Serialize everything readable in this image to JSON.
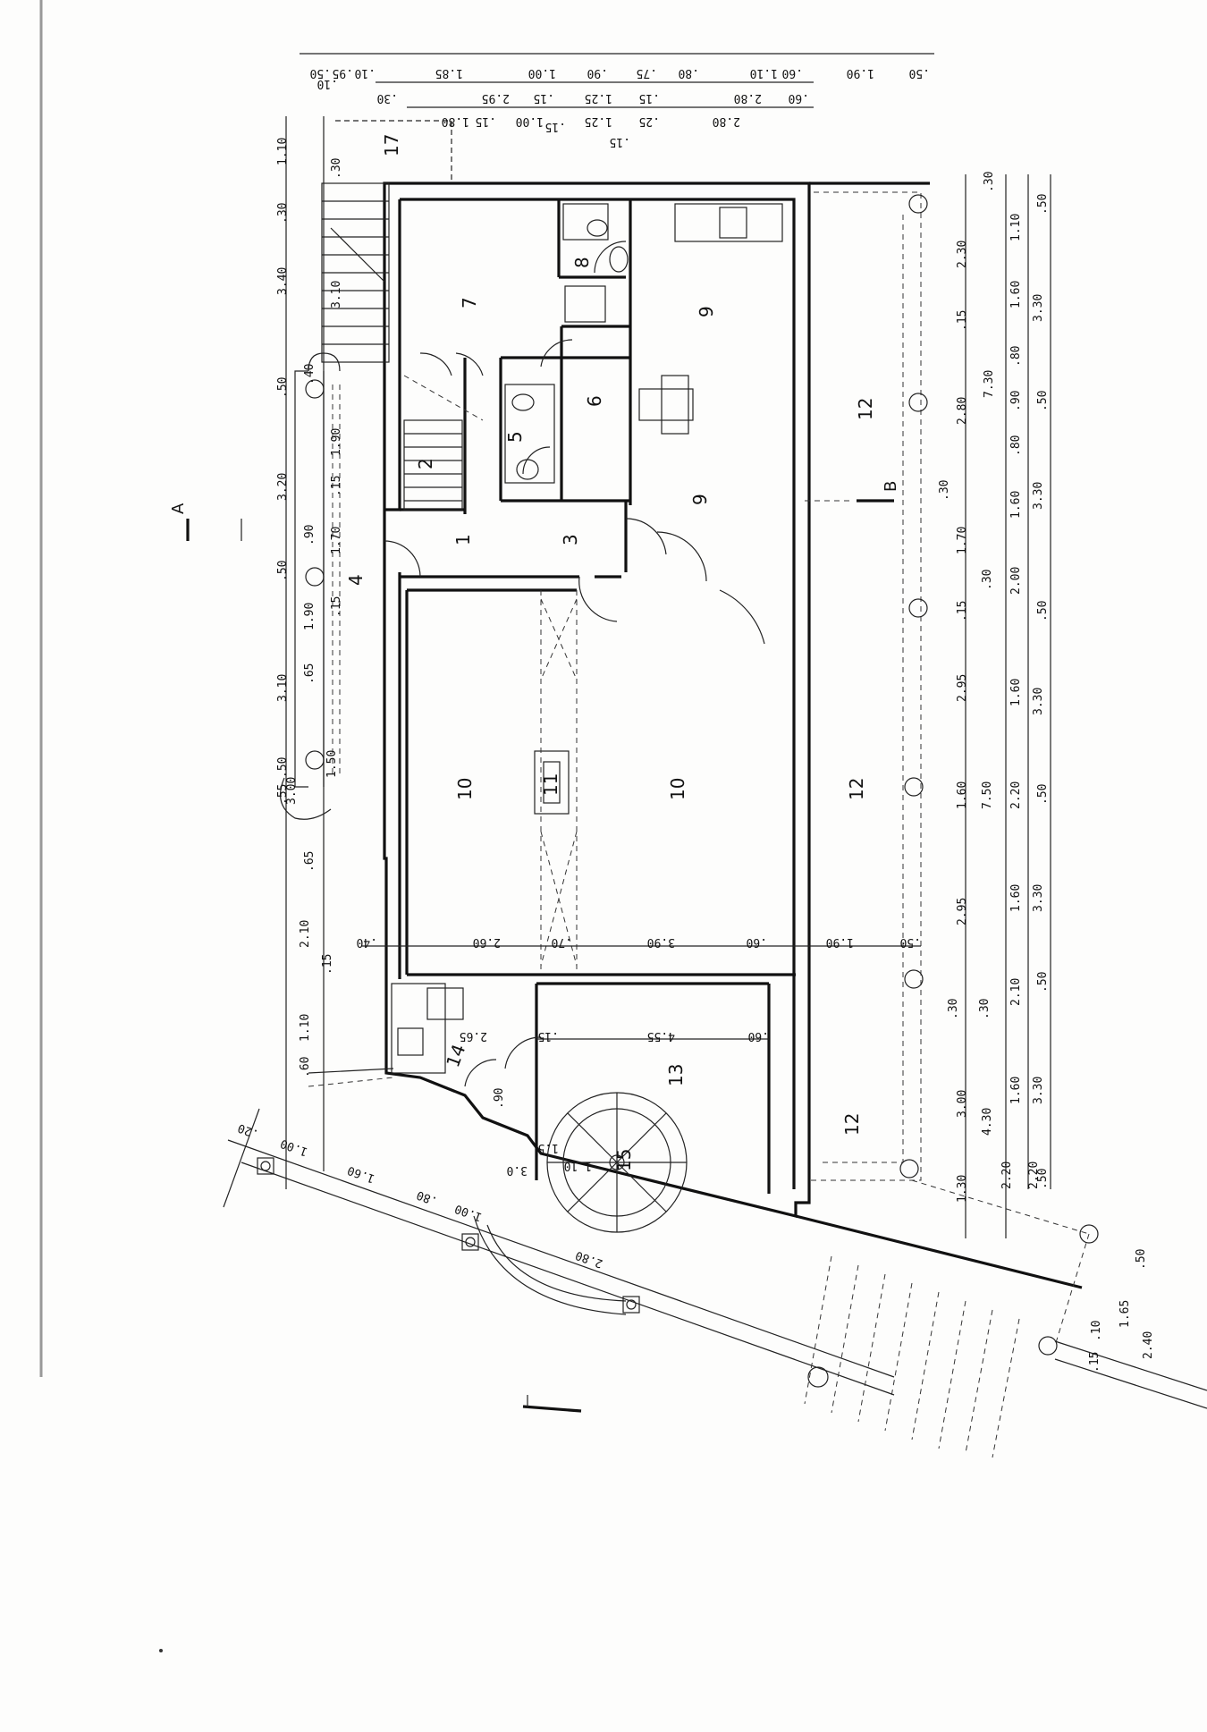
{
  "plan": {
    "section_markers": {
      "a": "A",
      "b": "B"
    },
    "rooms": [
      {
        "id": "r1",
        "label": "1"
      },
      {
        "id": "r2",
        "label": "2"
      },
      {
        "id": "r3",
        "label": "3"
      },
      {
        "id": "r4",
        "label": "4"
      },
      {
        "id": "r5",
        "label": "5"
      },
      {
        "id": "r6",
        "label": "6"
      },
      {
        "id": "r7",
        "label": "7"
      },
      {
        "id": "r8",
        "label": "8"
      },
      {
        "id": "r9a",
        "label": "9"
      },
      {
        "id": "r9b",
        "label": "9"
      },
      {
        "id": "r10a",
        "label": "10"
      },
      {
        "id": "r10b",
        "label": "10"
      },
      {
        "id": "r11",
        "label": "11"
      },
      {
        "id": "r12a",
        "label": "12"
      },
      {
        "id": "r12b",
        "label": "12"
      },
      {
        "id": "r12c",
        "label": "12"
      },
      {
        "id": "r13",
        "label": "13"
      },
      {
        "id": "r14",
        "label": "14"
      },
      {
        "id": "r15",
        "label": "15"
      },
      {
        "id": "r17",
        "label": "17"
      }
    ],
    "dims_top_row1": [
      ".50",
      "1.90",
      ".60",
      "1.10",
      ".80",
      ".75",
      ".90",
      "1.00",
      "1.85",
      ".10",
      ".95",
      ".10",
      ".50"
    ],
    "dims_top_row2": [
      ".60",
      "2.80",
      ".15",
      "1.25",
      ".15",
      "2.95",
      ".30"
    ],
    "dims_top_row3": [
      "2.80",
      ".25",
      "1.25",
      ".15",
      "1.00",
      ".15",
      "1.80",
      ".15"
    ],
    "dims_left": [
      "1.10",
      ".30",
      "3.40",
      ".50",
      "3.20",
      ".50",
      "3.10",
      ".50",
      ".65",
      "2.10",
      ".15",
      "1.10",
      ".60"
    ],
    "dims_left_inner": [
      ".30",
      "3.10",
      ".40",
      "1.90",
      ".15",
      "1.70",
      ".90",
      "1.90",
      ".15",
      ".65",
      "1.50",
      "3.00",
      ".55"
    ],
    "dims_right1": [
      "2.30",
      "2.80",
      ".30",
      "1.70",
      ".15",
      "2.95",
      "1.60",
      "2.95",
      ".30",
      "3.00",
      "1.30"
    ],
    "dims_right2": [
      ".30",
      ".15",
      "7.30",
      ".30",
      "7.50",
      ".30",
      "4.30",
      "2.20"
    ],
    "dims_right3": [
      "1.10",
      "1.60",
      ".80",
      ".90",
      ".80",
      "1.60",
      "2.00",
      "1.60",
      "2.20",
      "1.60",
      "2.10",
      "1.60",
      "2.20"
    ],
    "dims_right4": [
      ".50",
      "3.30",
      ".50",
      "3.30",
      ".50",
      "3.30",
      ".50",
      "3.30",
      ".50",
      "3.30",
      ".50"
    ],
    "dims_middle": [
      ".40",
      "2.60",
      ".70",
      "3.90",
      ".60",
      "1.90",
      ".50"
    ],
    "dims_lower": [
      "2.65",
      ".15",
      "4.55",
      ".60",
      ".90"
    ],
    "dims_stairs": [
      "3.0",
      "1.10",
      "1.5"
    ],
    "dims_bottom_left": [
      ".20",
      "1.00",
      "1.60",
      ".80",
      "1.00",
      "2.80"
    ],
    "dims_bottom_right": [
      ".50",
      "1.65",
      "2.40",
      ".10",
      ".15"
    ]
  }
}
